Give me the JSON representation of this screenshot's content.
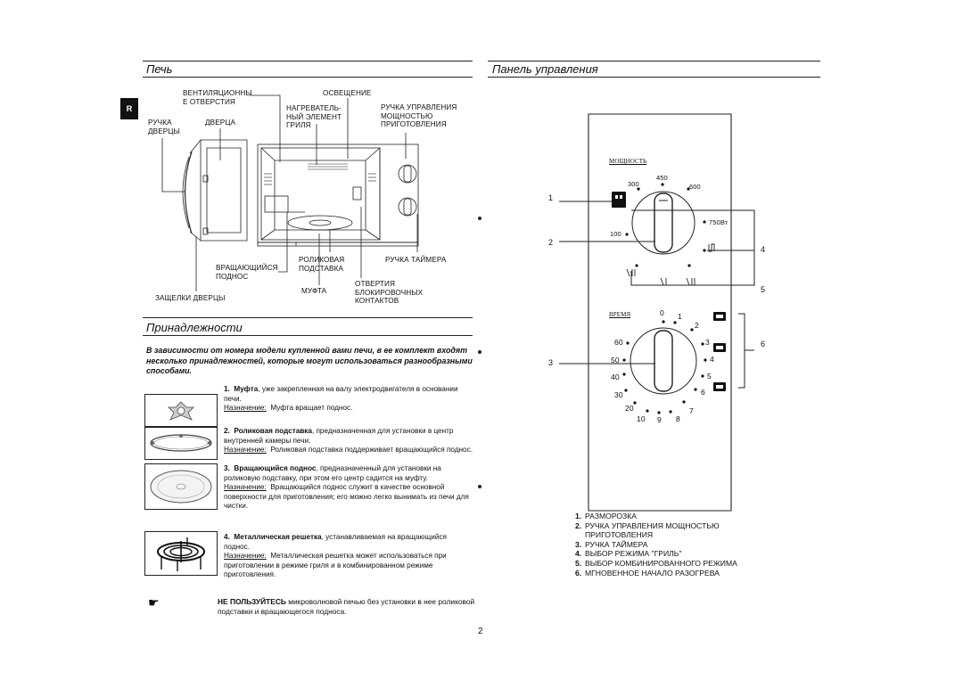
{
  "section_oven": {
    "title": "Печь"
  },
  "section_panel": {
    "title": "Панель управления"
  },
  "section_acc": {
    "title": "Принадлежности"
  },
  "side_tab": "R",
  "oven_labels": {
    "vent": "ВЕНТИЛЯЦИОННЫ\nЕ ОТВЕРСТИЯ",
    "light": "ОСВЕЩЕНИЕ",
    "grill": "НАГРЕВАТЕЛЬ-\nНЫЙ ЭЛЕМЕНТ\nГРИЛЯ",
    "power_knob": "РУЧКА УПРАВЛЕНИЯ\nМОЩНОСТЬЮ\nПРИГОТОВЛЕНИЯ",
    "handle": "РУЧКА\nДВЕРЦЫ",
    "door": "ДВЕРЦА",
    "tray": "ВРАЩАЮЩИЙСЯ\nПОДНОС",
    "roller": "РОЛИКОВАЯ\nПОДСТАВКА",
    "coupler": "МУФТА",
    "latches": "ЗАЩЕЛКИ ДВЕРЦЫ",
    "timer_knob": "РУЧКА ТАЙМЕРА",
    "interlock": "ОТВЕРТИЯ\nБЛОКИРОВОЧНЫХ\nКОНТАКТОВ"
  },
  "acc_intro": "В зависимости от номера модели купленной вами печи, в ее комплект входят несколько принадлежностей, которые могут использоваться разнообразными способами.",
  "purpose_label": "Назначение:",
  "accessories": [
    {
      "num": "1.",
      "name": "Муфта",
      "desc": ", уже закрепленная на валу электродвигателя в основании печи.",
      "purpose": "Муфта вращает поднос."
    },
    {
      "num": "2.",
      "name": "Роликовая подставка",
      "desc": ", предназначенная для установки в центр внутренней камеры печи.",
      "purpose": "Роликовая подставка поддерживает вращающийся   поднос."
    },
    {
      "num": "3.",
      "name": "Вращающийся поднос",
      "desc": ", предназначенный для установки на роликовую подставку, при этом его центр садится на муфту.",
      "purpose": "Вращающийся поднос служит в качестве основной поверхности для приготовления; его можно легко вынимать из печи для чистки."
    },
    {
      "num": "4.",
      "name": "Металлическая решетка",
      "desc": ", устанавливаемая на вращающийся поднос.",
      "purpose": "Металлическая решетка может использоваться при приготовлении в режиме гриля и в комбинированном режиме приготовления."
    }
  ],
  "warning": {
    "icon": "☛",
    "bold": "НЕ ПОЛЬЗУЙТЕСЬ",
    "text": " микроволновой печью без установки в нее роликовой подставки и вращающегося подноса."
  },
  "panel": {
    "power_title": "МОЩНОСТЬ",
    "power_marks": [
      "450",
      "300",
      "600",
      "750Вт",
      "100"
    ],
    "timer_title": "ВРЕМЯ",
    "timer_marks": [
      "0",
      "1",
      "2",
      "3",
      "4",
      "5",
      "6",
      "7",
      "8",
      "9",
      "10",
      "20",
      "30",
      "40",
      "50",
      "60"
    ],
    "callouts": [
      "1",
      "2",
      "3",
      "4",
      "5",
      "6"
    ]
  },
  "legend": [
    {
      "num": "1.",
      "text": "РАЗМОРОЗКА"
    },
    {
      "num": "2.",
      "text": "РУЧКА УПРАВЛЕНИЯ МОЩНОСТЬЮ"
    },
    {
      "num": "",
      "text": "ПРИГОТОВЛЕНИЯ"
    },
    {
      "num": "3.",
      "text": "РУЧКА ТАЙМЕРА"
    },
    {
      "num": "4.",
      "text": "ВЫБОР РЕЖИМА \"ГРИЛЬ\""
    },
    {
      "num": "5.",
      "text": "ВЫБОР КОМБИНИРОВАННОГО РЕЖИМА"
    },
    {
      "num": "6.",
      "text": "МГНОВЕННОЕ НАЧАЛО РАЗОГРЕВА"
    }
  ],
  "page_number": "2"
}
